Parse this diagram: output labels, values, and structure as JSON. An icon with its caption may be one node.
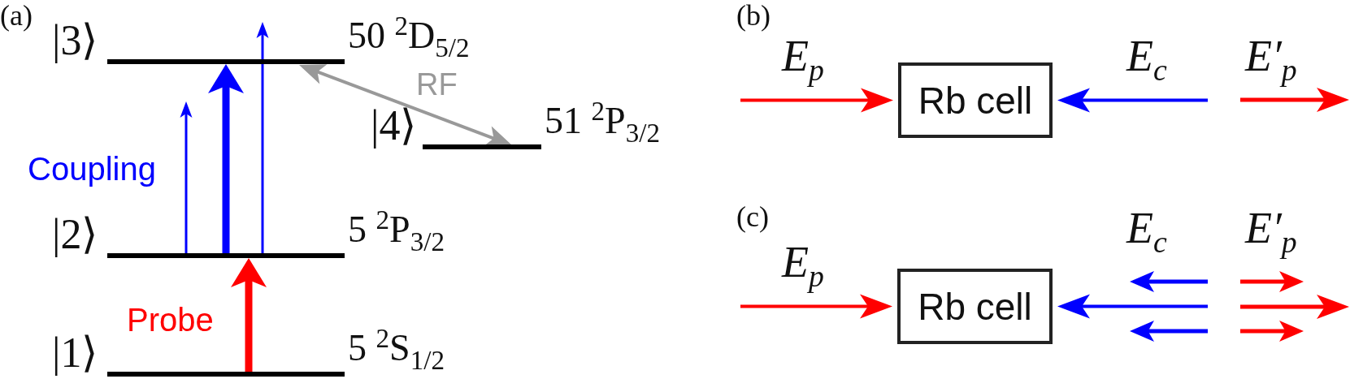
{
  "diagram": {
    "nodes": [
      {
        "text": [
          "|1⟩",
          "5 $^{2}$S$_{1/2}$"
        ]
      },
      {
        "text": [
          "|2⟩",
          "5 $^{2}$P$_{3/2}$"
        ]
      },
      {
        "text": [
          "|3⟩",
          "50 $^{2}$D$_{5/2}$"
        ]
      },
      {
        "text": [
          "|4⟩",
          "51 $^{2}$P$_{3/2}$"
        ]
      },
      {
        "text": [
          "Rb cell"
        ]
      },
      {
        "text": [
          "Rb cell"
        ]
      }
    ],
    "edges": [
      {
        "from": 0,
        "to": 1,
        "arrow": "to",
        "label": "Probe",
        "style": "thick",
        "color": "#ff0000"
      },
      {
        "from": 1,
        "to": 2,
        "arrow": "to",
        "label": "Coupling",
        "color": "#0000ff"
      },
      {
        "from": 1,
        "to": 2,
        "arrow": "to",
        "style": "thick",
        "color": "#0000ff"
      },
      {
        "from": 1,
        "to": 2,
        "arrow": "to",
        "color": "#0000ff"
      },
      {
        "from": 2,
        "to": 3,
        "arrow": "both",
        "label": "RF",
        "color": "#999999"
      },
      {
        "from": null,
        "to": 4,
        "arrow": "to",
        "label": "E$_{p}$",
        "color": "#ff0000"
      },
      {
        "from": null,
        "to": 4,
        "arrow": "to",
        "label": "E$_{c}$",
        "color": "#0000ff"
      },
      {
        "from": null,
        "to": 5,
        "arrow": "to",
        "label": "E$_{p}$",
        "color": "#ff0000"
      },
      {
        "from": null,
        "to": 5,
        "arrow": "to",
        "label": "E$_{c}$",
        "color": "#0000ff"
      }
    ],
    "labels": [
      "(a)",
      "(b)",
      "(c)",
      "E′$_{p}$",
      "E′$_{p}$"
    ]
  }
}
